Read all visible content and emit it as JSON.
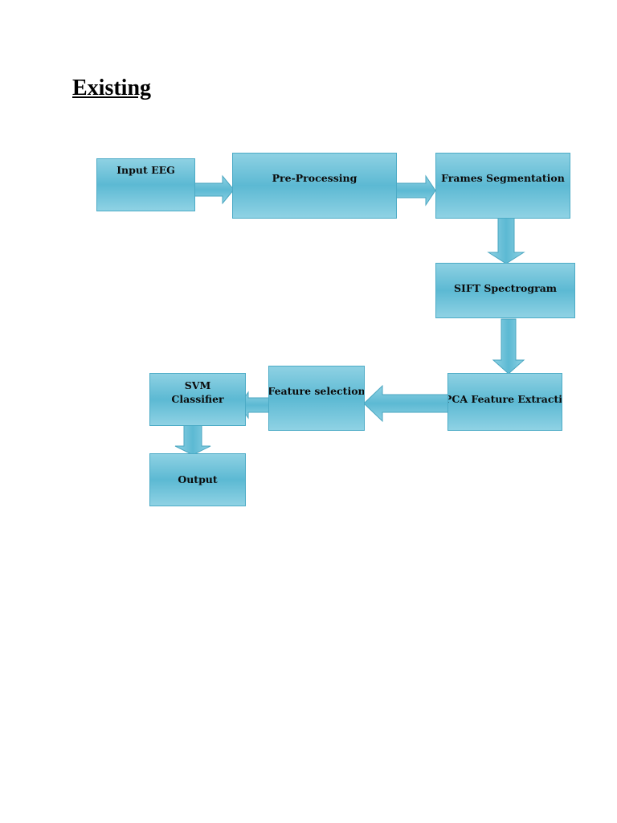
{
  "heading": "Existing",
  "colors": {
    "box_fill_light": "#8ed1e3",
    "box_fill_dark": "#5cb9d3",
    "box_border": "#4cabc6",
    "arrow_fill": "#69c0d8",
    "arrow_border": "#4aa6c0"
  },
  "diagram": {
    "nodes": {
      "input_eeg": "Input EEG",
      "pre_processing": "Pre-Processing",
      "frames_segmentation": "Frames Segmentation",
      "sift_spectrogram": "SIFT Spectrogram",
      "pca_feature_extraction": "PCA Feature Extraction",
      "feature_selection": "Feature selection",
      "svm_classifier": "SVM Classifier",
      "output": "Output"
    },
    "edges": [
      {
        "from": "Input EEG",
        "to": "Pre-Processing"
      },
      {
        "from": "Pre-Processing",
        "to": "Frames Segmentation"
      },
      {
        "from": "Frames Segmentation",
        "to": "SIFT Spectrogram"
      },
      {
        "from": "SIFT Spectrogram",
        "to": "PCA Feature Extraction"
      },
      {
        "from": "PCA Feature Extraction",
        "to": "Feature selection"
      },
      {
        "from": "Feature selection",
        "to": "SVM Classifier"
      },
      {
        "from": "SVM Classifier",
        "to": "Output"
      }
    ]
  }
}
